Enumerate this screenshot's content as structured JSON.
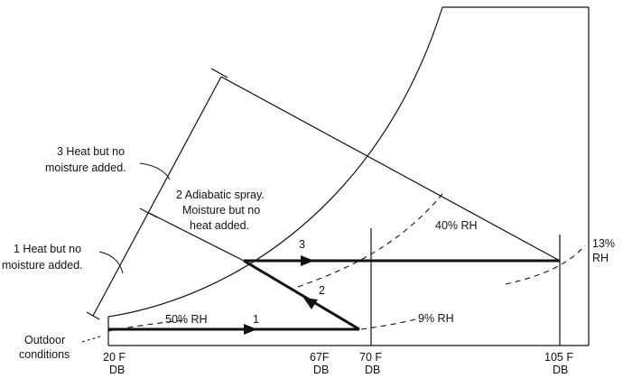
{
  "labels": {
    "step3_line1": "3 Heat but no",
    "step3_line2": "moisture added.",
    "step2_line1": "2 Adiabatic spray.",
    "step2_line2": "Moisture but no",
    "step2_line3": "heat added.",
    "step1_line1": "1 Heat but no",
    "step1_line2": "moisture added.",
    "outdoor_line1": "Outdoor",
    "outdoor_line2": "conditions",
    "rh40": "40% RH",
    "rh13_line1": "13%",
    "rh13_line2": "RH",
    "rh9": "9% RH",
    "rh50": "50% RH",
    "path_num_1": "1",
    "path_num_2": "2",
    "path_num_3": "3"
  },
  "axis_labels": {
    "t20_line1": "20 F",
    "t20_line2": "DB",
    "t67_line1": "67F",
    "t67_line2": "DB",
    "t70_line1": "70 F",
    "t70_line2": "DB",
    "t105_line1": "105 F",
    "t105_line2": "DB"
  }
}
